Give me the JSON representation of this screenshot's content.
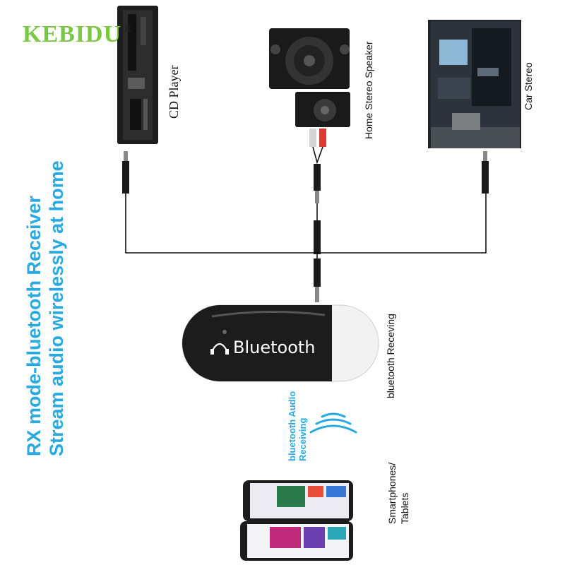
{
  "brand": {
    "name": "KEBIDU",
    "registered": "®"
  },
  "headline": {
    "line1": "RX mode-bluetooth Receiver",
    "line2": "Stream audio wirelessly at home"
  },
  "devices": {
    "cd_player": "CD Player",
    "home_speaker": "Home Stereo Speaker",
    "car_stereo": "Car Stereo"
  },
  "dongle": {
    "label": "Bluetooth"
  },
  "receiving": {
    "bluetooth": "bluetooth Receving",
    "audio_line1": "bluetooth Audio",
    "audio_line2": "Receiving"
  },
  "phones": {
    "line1": "Smartphones/",
    "line2": "Tablets"
  },
  "colors": {
    "accent": "#27a9e1",
    "brand_green": "#7ac943",
    "dongle_body": "#1c1c1c"
  },
  "icons": [
    "headphone-icon",
    "wifi-signal-icon",
    "audio-jack-icon"
  ]
}
